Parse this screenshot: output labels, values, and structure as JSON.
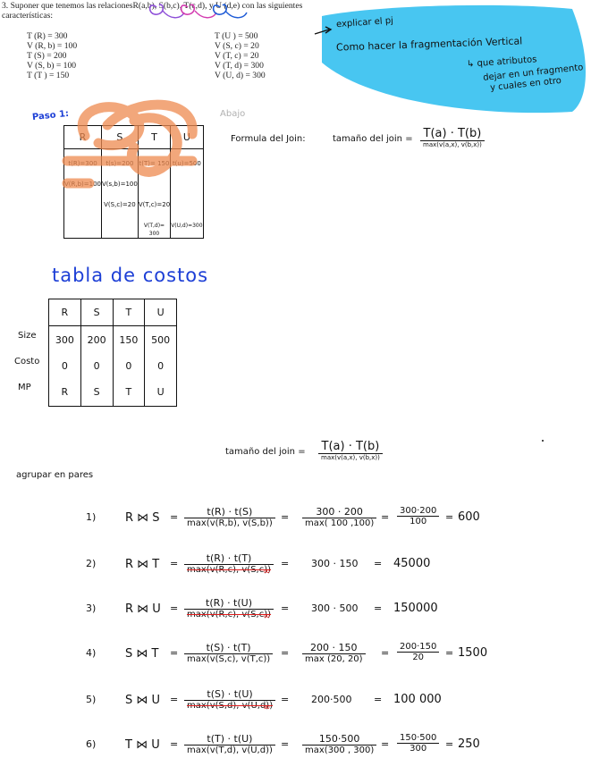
{
  "problem": {
    "statement": "3. Suponer que tenemos las relacionesR(a,b), S(b,c), T(c,d), y U (d,e) con las siguientes",
    "statement_line2": "características:",
    "stats_left": [
      "T (R) = 300",
      "V (R, b) = 100",
      "T (S) = 200",
      "V (S, b) = 100",
      "T (T ) = 150"
    ],
    "stats_right": [
      "T (U ) = 500",
      "V (S, c) = 20",
      "V (T, c) = 20",
      "V (T, d) = 300",
      "V (U, d) = 300"
    ]
  },
  "note": {
    "line1": "explicar el pj",
    "line2": "Como hacer la fragmentación Vertical",
    "line3": "↳ que atributos",
    "line4": "dejar en un fragmento",
    "line5": "y cuales en otro",
    "color": "#3ec3f0"
  },
  "paso": {
    "label": "Paso 1:",
    "faded": "Abajo",
    "headers": [
      "R",
      "S",
      "T",
      "U"
    ],
    "row1": [
      "t(R)=300",
      "t(s)=200",
      "t(T)= 150",
      "t(u)=500"
    ],
    "row2": [
      "V(R,b)=100",
      "V(s,b)=100",
      "",
      ""
    ],
    "row3": [
      "",
      "V(S,c)=20",
      "V(T,c)=20",
      ""
    ],
    "row4": [
      "",
      "",
      "V(T,d)= 300",
      "V(U,d)=300"
    ],
    "highlight_color": "#ee8a50"
  },
  "formula1": {
    "label": "Formula del Join:",
    "lhs": "tamaño del join =",
    "num": "T(a) · T(b)",
    "den": "max(v(a,x), v(b,x))"
  },
  "costos": {
    "title": "tabla de costos",
    "row_labels": [
      "Size",
      "Costo",
      "MP"
    ],
    "headers": [
      "R",
      "S",
      "T",
      "U"
    ],
    "size": [
      "300",
      "200",
      "150",
      "500"
    ],
    "costo": [
      "0",
      "0",
      "0",
      "0"
    ],
    "mp": [
      "R",
      "S",
      "T",
      "U"
    ]
  },
  "formula2": {
    "lhs": "tamaño del join =",
    "num": "T(a) · T(b)",
    "den": "max(v(a,x), v(b,x))"
  },
  "agrupar": "agrupar en pares",
  "pairs": [
    {
      "n": "1)",
      "pair": "R ⋈ S",
      "num": "t(R) · t(S)",
      "den": "max(v(R,b), v(S,b))",
      "s2num": "300 · 200",
      "s2den": "max( 100 ,100)",
      "s3num": "300·200",
      "s3den": "100",
      "result": "600"
    },
    {
      "n": "2)",
      "pair": "R ⋈ T",
      "num": "t(R) · t(T)",
      "den": "max(v(R,c), v(S,c))",
      "crossed": "∞",
      "s2": "300 · 150",
      "result": "45000"
    },
    {
      "n": "3)",
      "pair": "R ⋈ U",
      "num": "t(R) · t(U)",
      "den": "max(v(R,c), v(S,c))",
      "crossed": "∞",
      "s2": "300 · 500",
      "result": "150000"
    },
    {
      "n": "4)",
      "pair": "S ⋈ T",
      "num": "t(S) · t(T)",
      "den": "max(v(S,c), v(T,c))",
      "s2num": "200 · 150",
      "s2den": "max (20, 20)",
      "s3num": "200·150",
      "s3den": "20",
      "result": "1500"
    },
    {
      "n": "5)",
      "pair": "S ⋈ U",
      "num": "t(S) · t(U)",
      "den": "max(v(S,d), v(U,d))",
      "crossed": "∞",
      "s2": "200·500",
      "result": "100 000"
    },
    {
      "n": "6)",
      "pair": "T ⋈ U",
      "num": "t(T) · t(U)",
      "den": "max(v(T,d), v(U,d))",
      "s2num": "150·500",
      "s2den": "max(300 , 300)",
      "s3num": "150·500",
      "s3den": "300",
      "result": "250"
    }
  ]
}
